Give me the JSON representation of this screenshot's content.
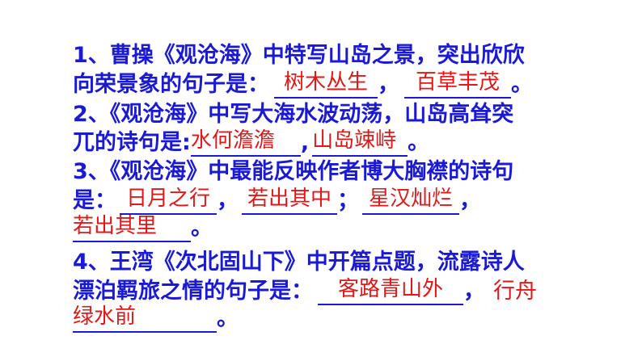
{
  "questions": [
    {
      "line1": "1、曹操《观沧海》中特写山岛之景，突出欣欣",
      "line2_prefix": "向荣景象的句子是：",
      "answers": [
        "树木丛生",
        "百草丰茂"
      ],
      "sep": "，",
      "end": "。"
    },
    {
      "line1": "2、《观沧海》中写大海水波动荡，山岛高耸突",
      "line2_prefix": "兀的诗句是:",
      "answers": [
        "水何澹澹",
        "山岛竦峙"
      ],
      "sep": ",",
      "end": "。"
    },
    {
      "line1": "3、《观沧海》中最能反映作者博大胸襟的诗句",
      "line2_prefix": "是：",
      "answers": [
        "日月之行",
        "若出其中",
        "星汉灿烂",
        "若出其里"
      ],
      "sep1": "，",
      "sep2": "；",
      "sep3": "，",
      "end": "。"
    },
    {
      "line1": "4、王湾《次北固山下》中开篇点题，流露诗人",
      "line2_prefix": "漂泊羁旅之情的句子是：",
      "answers": [
        "客路青山外",
        "行舟绿水前"
      ],
      "answer2_part1": "行舟",
      "answer2_part2": "绿水前",
      "sep": "，",
      "end": "。"
    }
  ],
  "colors": {
    "question": "#1a1ad6",
    "answer": "#e01818"
  }
}
